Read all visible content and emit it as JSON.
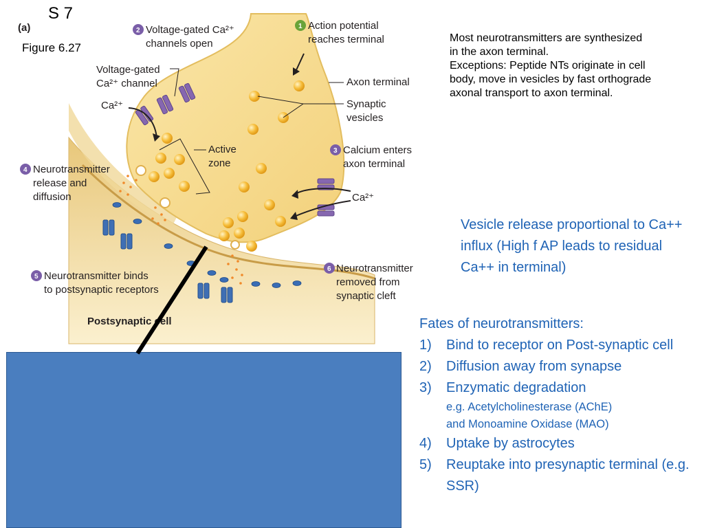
{
  "slide_label": "S 7",
  "figure_label": "Figure 6.27",
  "diagram": {
    "panel_label": "(a)",
    "steps": [
      {
        "num": "1",
        "line1": "Action potential",
        "line2": "reaches terminal",
        "color": "#6aa339"
      },
      {
        "num": "2",
        "line1": "Voltage-gated Ca²⁺",
        "line2": "channels open",
        "color": "#7a5ea8"
      },
      {
        "num": "3",
        "line1": "Calcium enters",
        "line2": "axon terminal",
        "color": "#7a5ea8"
      },
      {
        "num": "4",
        "line1": "Neurotransmitter",
        "line2": "release and",
        "line3": "diffusion",
        "color": "#7a5ea8"
      },
      {
        "num": "5",
        "line1": "Neurotransmitter binds",
        "line2": "to postsynaptic receptors",
        "color": "#7a5ea8"
      },
      {
        "num": "6",
        "line1": "Neurotransmitter",
        "line2": "removed from",
        "line3": "synaptic cleft",
        "color": "#7a5ea8"
      }
    ],
    "labels": {
      "vg_channel_1": "Voltage-gated",
      "vg_channel_2": "Ca²⁺ channel",
      "ca_left": "Ca²⁺",
      "ca_right": "Ca²⁺",
      "axon_terminal": "Axon terminal",
      "synaptic_vesicles_1": "Synaptic",
      "synaptic_vesicles_2": "vesicles",
      "active_zone_1": "Active",
      "active_zone_2": "zone",
      "postsynaptic_cell": "Postsynaptic cell"
    },
    "colors": {
      "terminal_fill": "#f6d98e",
      "postsynaptic_fill": "#f2dca0",
      "vesicle": "#f5b731",
      "channel": "#8667b0",
      "receptor": "#3f6fb4",
      "pointer_line": "#000000"
    }
  },
  "intro": {
    "lines": [
      "Most neurotransmitters are synthesized",
      "in the axon terminal.",
      "Exceptions:  Peptide NTs originate in cell",
      "body, move in vesicles by fast orthograde",
      "axonal transport to axon terminal."
    ]
  },
  "vesicle_release": "Vesicle release proportional to Ca++ influx (High f AP leads to residual Ca++ in terminal)",
  "fates": {
    "title": "Fates of neurotransmitters:",
    "items": [
      {
        "num": "1)",
        "text": "Bind to receptor on Post-synaptic cell"
      },
      {
        "num": "2)",
        "text": "Diffusion away from synapse"
      },
      {
        "num": "3)",
        "text": "Enzymatic degradation",
        "sub1": "e.g. Acetylcholinesterase (AChE)",
        "sub2": "and Monoamine Oxidase (MAO)"
      },
      {
        "num": "4)",
        "text": "Uptake by astrocytes"
      },
      {
        "num": "5)",
        "text": "Reuptake into presynaptic terminal (e.g. SSR)"
      }
    ]
  },
  "overlay": {
    "box_color": "#4a7ebf"
  }
}
